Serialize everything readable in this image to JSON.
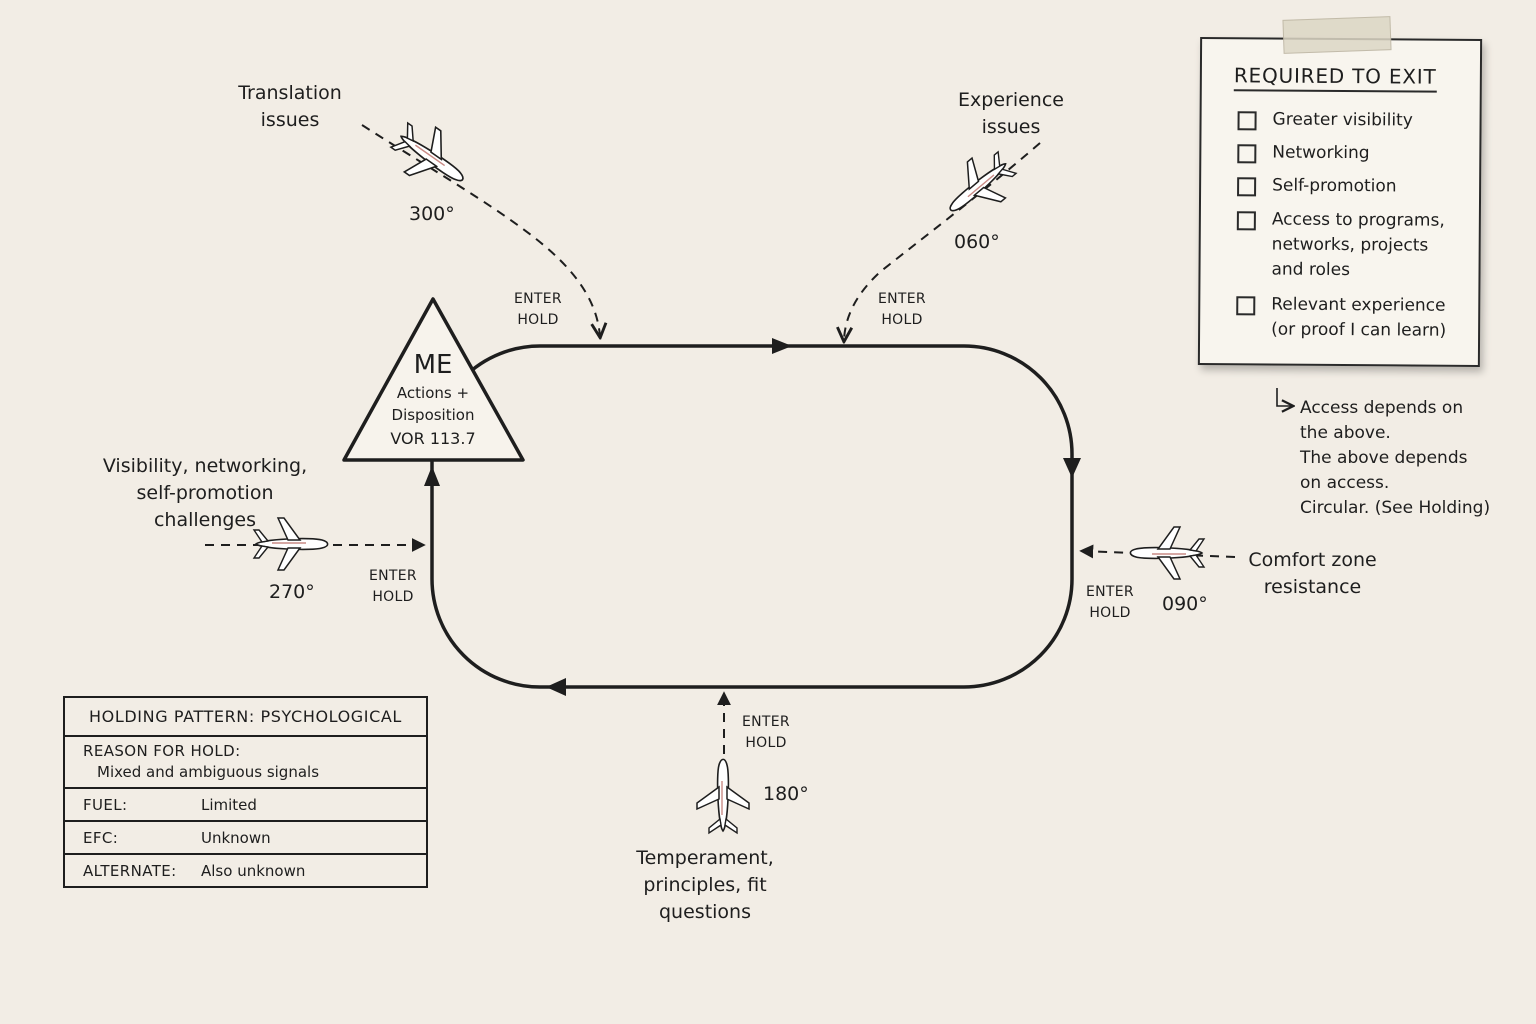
{
  "fix": {
    "name": "ME",
    "line1": "Actions +",
    "line2": "Disposition",
    "line3": "VOR 113.7"
  },
  "entries": [
    {
      "label": "Translation\nissues",
      "heading": "300°",
      "enter": "ENTER\nHOLD"
    },
    {
      "label": "Experience\nissues",
      "heading": "060°",
      "enter": "ENTER\nHOLD"
    },
    {
      "label": "Visibility, networking,\nself-promotion\nchallenges",
      "heading": "270°",
      "enter": "ENTER\nHOLD"
    },
    {
      "label": "Comfort zone\nresistance",
      "heading": "090°",
      "enter": "ENTER\nHOLD"
    },
    {
      "label": "Temperament,\nprinciples, fit\nquestions",
      "heading": "180°",
      "enter": "ENTER\nHOLD"
    }
  ],
  "exit_note": {
    "title": "REQUIRED TO EXIT",
    "items": [
      "Greater visibility",
      "Networking",
      "Self-promotion",
      "Access to programs,\nnetworks, projects\nand roles",
      "Relevant experience\n(or proof I can learn)"
    ],
    "footnote": "Access depends on\nthe above.\nThe above depends\non access.\nCircular. (See Holding)"
  },
  "status_table": {
    "title": "HOLDING PATTERN: PSYCHOLOGICAL",
    "reason_label": "REASON FOR HOLD:",
    "reason_value": "Mixed and ambiguous signals",
    "fuel_label": "FUEL:",
    "fuel_value": "Limited",
    "efc_label": "EFC:",
    "efc_value": "Unknown",
    "alternate_label": "ALTERNATE:",
    "alternate_value": "Also unknown"
  },
  "colors": {
    "paper": "#f2ede5",
    "ink": "#1e1e1e",
    "plane_accent": "#c98b86"
  }
}
